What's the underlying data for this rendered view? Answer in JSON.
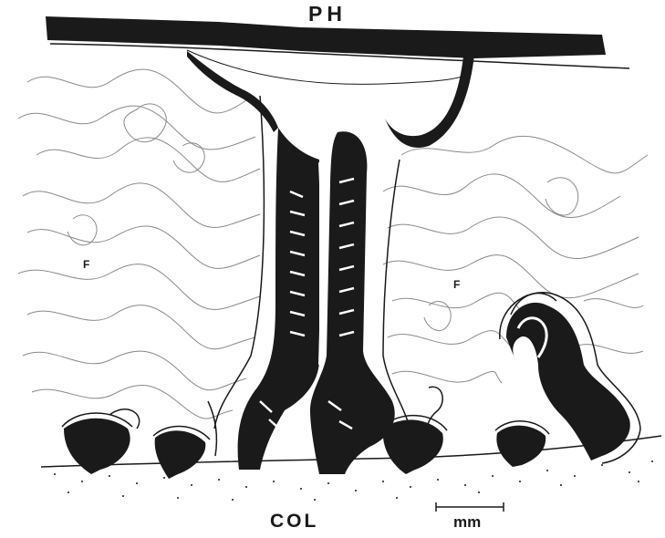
{
  "labels": {
    "top": "PH",
    "bottom": "COL",
    "scale": "mm",
    "region_left": "F",
    "region_right": "F"
  },
  "colors": {
    "ink": "#1a1a1a",
    "paper": "#ffffff",
    "fibre": "#8a8a8a"
  }
}
